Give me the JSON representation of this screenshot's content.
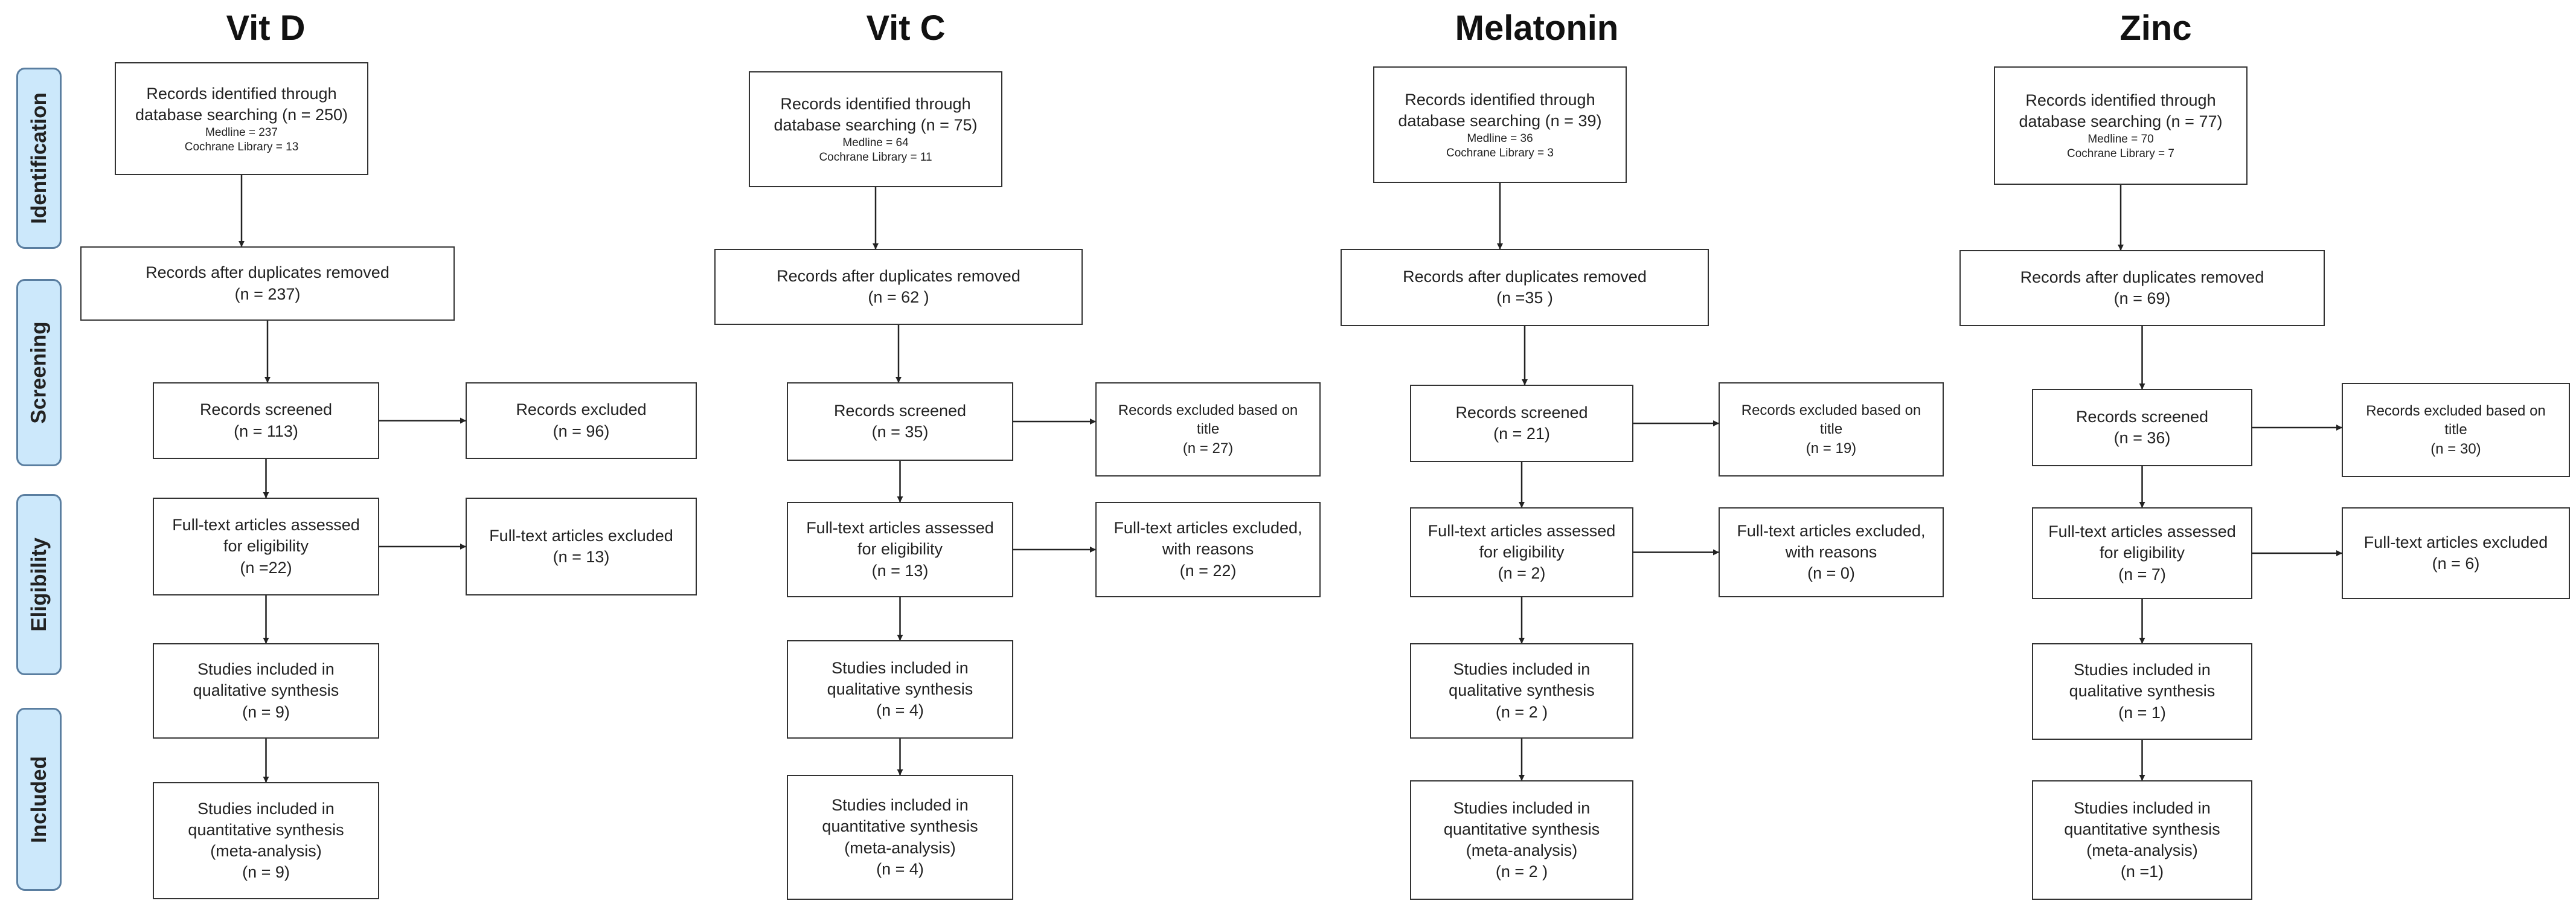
{
  "stages": [
    "Identification",
    "Screening",
    "Eligibility",
    "Included"
  ],
  "columns": [
    {
      "title": "Vit D",
      "identified": {
        "lines": [
          "Records identified through",
          "database searching (n = 250)"
        ],
        "sub": [
          "Medline = 237",
          "Cochrane Library = 13"
        ]
      },
      "deduplicated": [
        "Records after duplicates removed",
        "(n = 237)"
      ],
      "screened": [
        "Records screened",
        "(n = 113)"
      ],
      "screen_excluded": [
        "Records excluded",
        "(n = 96)"
      ],
      "fulltext": [
        "Full-text articles assessed",
        "for eligibility",
        "(n =22)"
      ],
      "fulltext_excluded": [
        "Full-text articles excluded",
        "(n = 13)"
      ],
      "qualitative": [
        "Studies included in",
        "qualitative synthesis",
        "(n = 9)"
      ],
      "quantitative": [
        "Studies included in",
        "quantitative synthesis",
        "(meta-analysis)",
        "(n = 9)"
      ]
    },
    {
      "title": "Vit C",
      "identified": {
        "lines": [
          "Records identified through",
          "database searching (n = 75)"
        ],
        "sub": [
          "Medline = 64",
          "Cochrane Library = 11"
        ]
      },
      "deduplicated": [
        "Records after duplicates removed",
        "(n = 62   )"
      ],
      "screened": [
        "Records screened",
        "(n = 35)"
      ],
      "screen_excluded": [
        "Records excluded based on",
        "title",
        "(n = 27)"
      ],
      "fulltext": [
        "Full-text articles assessed",
        "for eligibility",
        "(n = 13)"
      ],
      "fulltext_excluded": [
        "Full-text articles excluded,",
        "with reasons",
        "(n = 22)"
      ],
      "qualitative": [
        "Studies included in",
        "qualitative synthesis",
        "(n = 4)"
      ],
      "quantitative": [
        "Studies included in",
        "quantitative synthesis",
        "(meta-analysis)",
        "(n = 4)"
      ]
    },
    {
      "title": "Melatonin",
      "identified": {
        "lines": [
          "Records identified through",
          "database searching (n = 39)"
        ],
        "sub": [
          "Medline = 36",
          "Cochrane Library = 3"
        ]
      },
      "deduplicated": [
        "Records after duplicates removed",
        "(n =35 )"
      ],
      "screened": [
        "Records screened",
        "(n =  21)"
      ],
      "screen_excluded": [
        "Records excluded based on",
        "title",
        "(n = 19)"
      ],
      "fulltext": [
        "Full-text articles assessed",
        "for eligibility",
        "(n = 2)"
      ],
      "fulltext_excluded": [
        "Full-text articles excluded,",
        "with reasons",
        "(n = 0)"
      ],
      "qualitative": [
        "Studies included in",
        "qualitative synthesis",
        "(n = 2 )"
      ],
      "quantitative": [
        "Studies included in",
        "quantitative synthesis",
        "(meta-analysis)",
        "(n = 2 )"
      ]
    },
    {
      "title": "Zinc",
      "identified": {
        "lines": [
          "Records identified through",
          "database searching (n = 77)"
        ],
        "sub": [
          "Medline = 70",
          "Cochrane Library = 7"
        ]
      },
      "deduplicated": [
        "Records after duplicates removed",
        "(n = 69)"
      ],
      "screened": [
        "Records screened",
        "(n = 36)"
      ],
      "screen_excluded": [
        "Records excluded based on",
        "title",
        "(n = 30)"
      ],
      "fulltext": [
        "Full-text articles assessed",
        "for eligibility",
        "(n = 7)"
      ],
      "fulltext_excluded": [
        "Full-text articles excluded",
        "(n = 6)"
      ],
      "qualitative": [
        "Studies included in",
        "qualitative synthesis",
        "(n = 1)"
      ],
      "quantitative": [
        "Studies included in",
        "quantitative synthesis",
        "(meta-analysis)",
        "(n =1)"
      ]
    }
  ],
  "colors": {
    "stage_fill": "#cce8fb",
    "stage_border": "#5a7ea0",
    "box_border": "#333333",
    "arrow": "#222222"
  }
}
